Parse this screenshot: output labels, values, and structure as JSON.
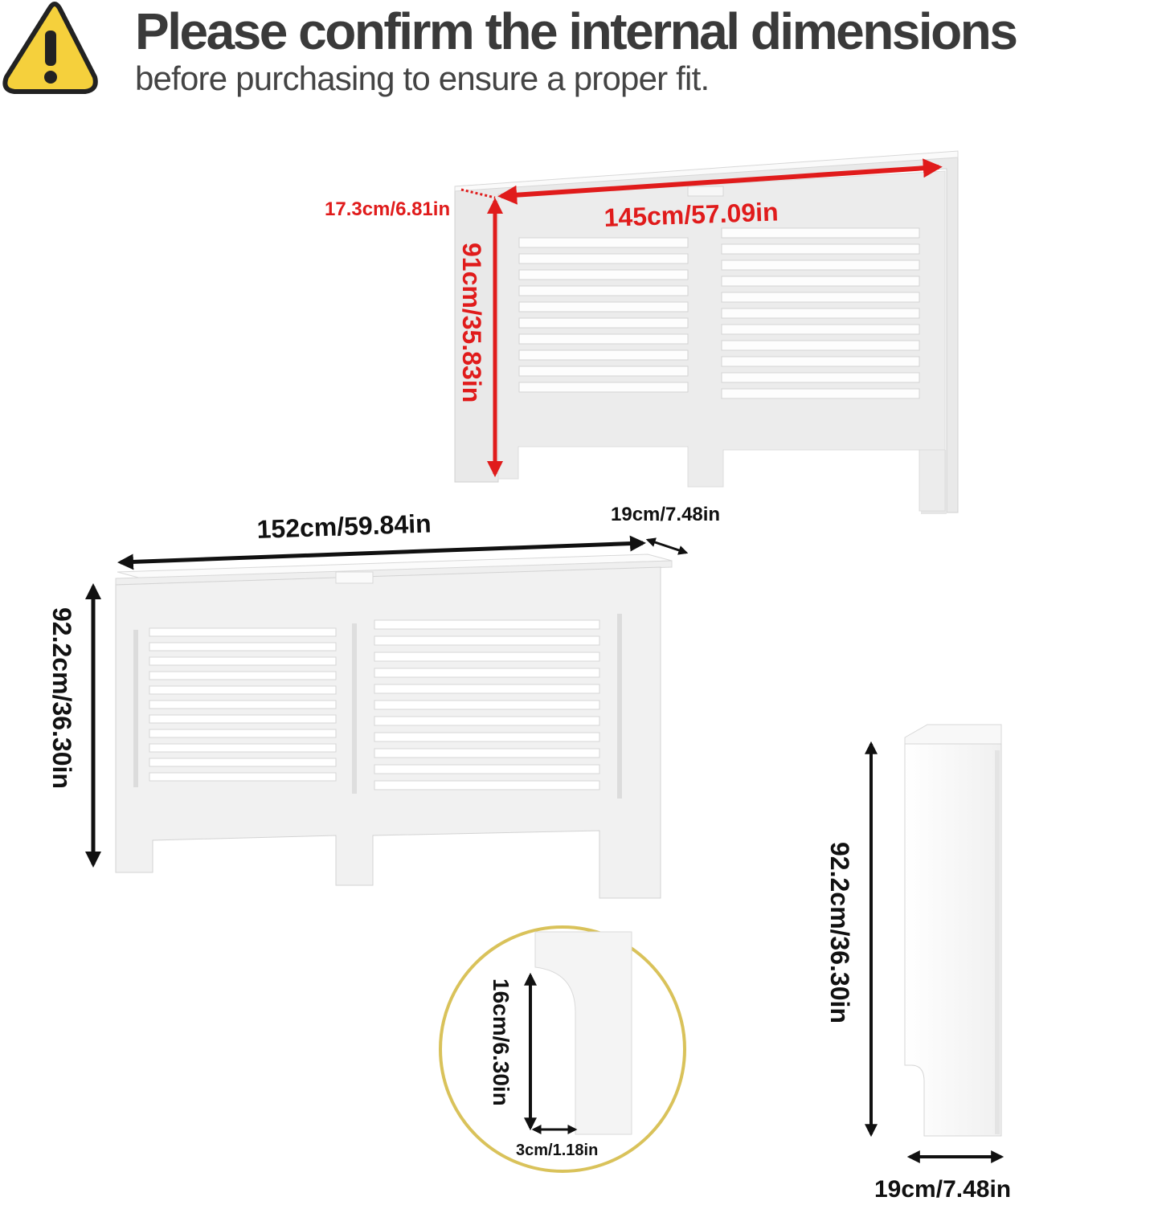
{
  "header": {
    "title": "Please confirm the internal dimensions",
    "subtitle": "before purchasing to ensure a proper fit."
  },
  "internal_view": {
    "depth_label": "17.3cm/6.81in",
    "width_label": "145cm/57.09in",
    "height_label": "91cm/35.83in"
  },
  "external_view": {
    "width_label": "152cm/59.84in",
    "depth_label": "19cm/7.48in",
    "height_label": "92.2cm/36.30in"
  },
  "detail_view": {
    "height_label": "16cm/6.30in",
    "width_label": "3cm/1.18in"
  },
  "side_view": {
    "height_label": "92.2cm/36.30in",
    "depth_label": "19cm/7.48in"
  },
  "colors": {
    "internal_dimension": "#e01b1b",
    "external_dimension": "#111111",
    "warning_fill": "#f5d03c",
    "detail_ring": "#d9c25a"
  },
  "icons": [
    "warning-icon"
  ]
}
